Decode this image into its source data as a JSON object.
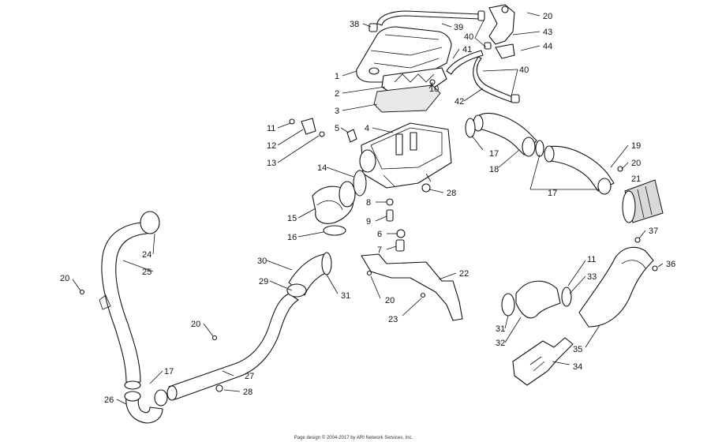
{
  "diagram": {
    "callouts": [
      {
        "id": "c38",
        "text": "38"
      },
      {
        "id": "c39",
        "text": "39"
      },
      {
        "id": "c40a",
        "text": "40"
      },
      {
        "id": "c20a",
        "text": "20"
      },
      {
        "id": "c43",
        "text": "43"
      },
      {
        "id": "c44",
        "text": "44"
      },
      {
        "id": "c41",
        "text": "41"
      },
      {
        "id": "c40b",
        "text": "40"
      },
      {
        "id": "c1",
        "text": "1"
      },
      {
        "id": "c2",
        "text": "2"
      },
      {
        "id": "c3",
        "text": "3"
      },
      {
        "id": "c10",
        "text": "10"
      },
      {
        "id": "c42",
        "text": "42"
      },
      {
        "id": "c11a",
        "text": "11"
      },
      {
        "id": "c5",
        "text": "5"
      },
      {
        "id": "c4",
        "text": "4"
      },
      {
        "id": "c12",
        "text": "12"
      },
      {
        "id": "c13",
        "text": "13"
      },
      {
        "id": "c17a",
        "text": "17"
      },
      {
        "id": "c18",
        "text": "18"
      },
      {
        "id": "c19",
        "text": "19"
      },
      {
        "id": "c20b",
        "text": "20"
      },
      {
        "id": "c21",
        "text": "21"
      },
      {
        "id": "c14",
        "text": "14"
      },
      {
        "id": "c28a",
        "text": "28"
      },
      {
        "id": "c17b",
        "text": "17"
      },
      {
        "id": "c8",
        "text": "8"
      },
      {
        "id": "c15",
        "text": "15"
      },
      {
        "id": "c9",
        "text": "9"
      },
      {
        "id": "c6",
        "text": "6"
      },
      {
        "id": "c16",
        "text": "16"
      },
      {
        "id": "c7",
        "text": "7"
      },
      {
        "id": "c24",
        "text": "24"
      },
      {
        "id": "c25",
        "text": "25"
      },
      {
        "id": "c37",
        "text": "37"
      },
      {
        "id": "c36",
        "text": "36"
      },
      {
        "id": "c30",
        "text": "30"
      },
      {
        "id": "c22",
        "text": "22"
      },
      {
        "id": "c11b",
        "text": "11"
      },
      {
        "id": "c33",
        "text": "33"
      },
      {
        "id": "c20c",
        "text": "20"
      },
      {
        "id": "c29",
        "text": "29"
      },
      {
        "id": "c31a",
        "text": "31"
      },
      {
        "id": "c20d",
        "text": "20"
      },
      {
        "id": "c23",
        "text": "23"
      },
      {
        "id": "c20e",
        "text": "20"
      },
      {
        "id": "c31b",
        "text": "31"
      },
      {
        "id": "c32",
        "text": "32"
      },
      {
        "id": "c35",
        "text": "35"
      },
      {
        "id": "c27",
        "text": "27"
      },
      {
        "id": "c17c",
        "text": "17"
      },
      {
        "id": "c34",
        "text": "34"
      },
      {
        "id": "c26",
        "text": "26"
      },
      {
        "id": "c28b",
        "text": "28"
      }
    ],
    "footer": "Page design © 2004-2017 by ARI Network Services, Inc."
  }
}
